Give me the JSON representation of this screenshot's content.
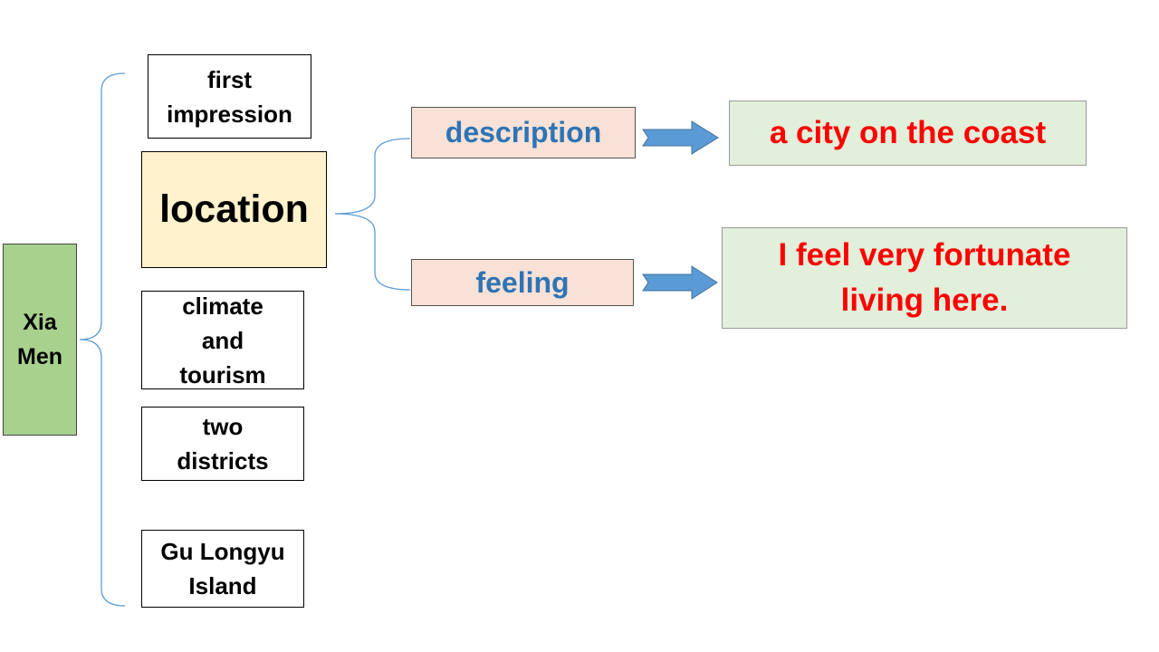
{
  "root": {
    "label_line1": "Xia",
    "label_line2": "Men"
  },
  "topics": {
    "first_impression": {
      "line1": "first",
      "line2": "impression"
    },
    "location": {
      "label": "location"
    },
    "climate_tourism": {
      "line1": "climate",
      "line2": "and",
      "line3": "tourism"
    },
    "two_districts": {
      "line1": "two",
      "line2": "districts"
    },
    "island": {
      "line1": "Gu Longyu",
      "line2": "Island"
    }
  },
  "location_branches": {
    "description": {
      "label": "description",
      "result": "a city on the coast"
    },
    "feeling": {
      "label": "feeling",
      "result_line1": "I feel very fortunate",
      "result_line2": "living here."
    }
  },
  "colors": {
    "root_fill": "#a9d18e",
    "location_fill": "#fff2cc",
    "branch_fill": "#f8e1d6",
    "branch_text": "#2e74b5",
    "result_fill": "#e2efda",
    "result_text": "#ff0000",
    "connector": "#5b9bd5",
    "arrow_fill": "#5b9bd5"
  }
}
